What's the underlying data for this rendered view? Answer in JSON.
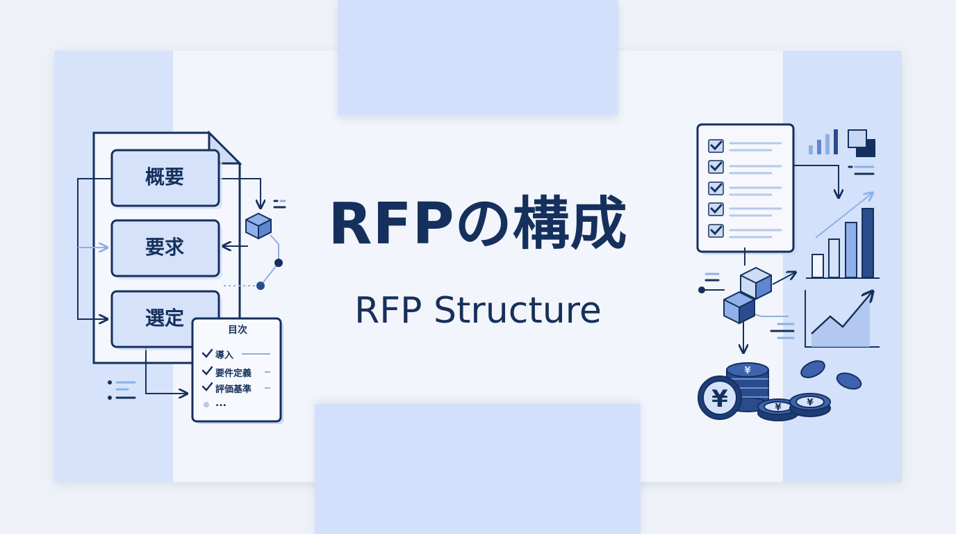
{
  "title": "RFPの構成",
  "subtitle": "RFP Structure",
  "document_sections": [
    "概要",
    "要求",
    "選定"
  ],
  "toc": {
    "title": "目次",
    "items": [
      "導入",
      "要件定義",
      "評価基準"
    ],
    "more": "..."
  },
  "currency_symbol": "¥",
  "colors": {
    "navy": "#15305c",
    "light_blue": "#d6e2fa",
    "accent": "#8bb1e6",
    "background": "#eef2f8"
  },
  "icons": [
    "document-icon",
    "cube-icon",
    "checklist-icon",
    "bar-chart-icon",
    "trend-up-icon",
    "blocks-icon",
    "coin-stack-icon"
  ]
}
